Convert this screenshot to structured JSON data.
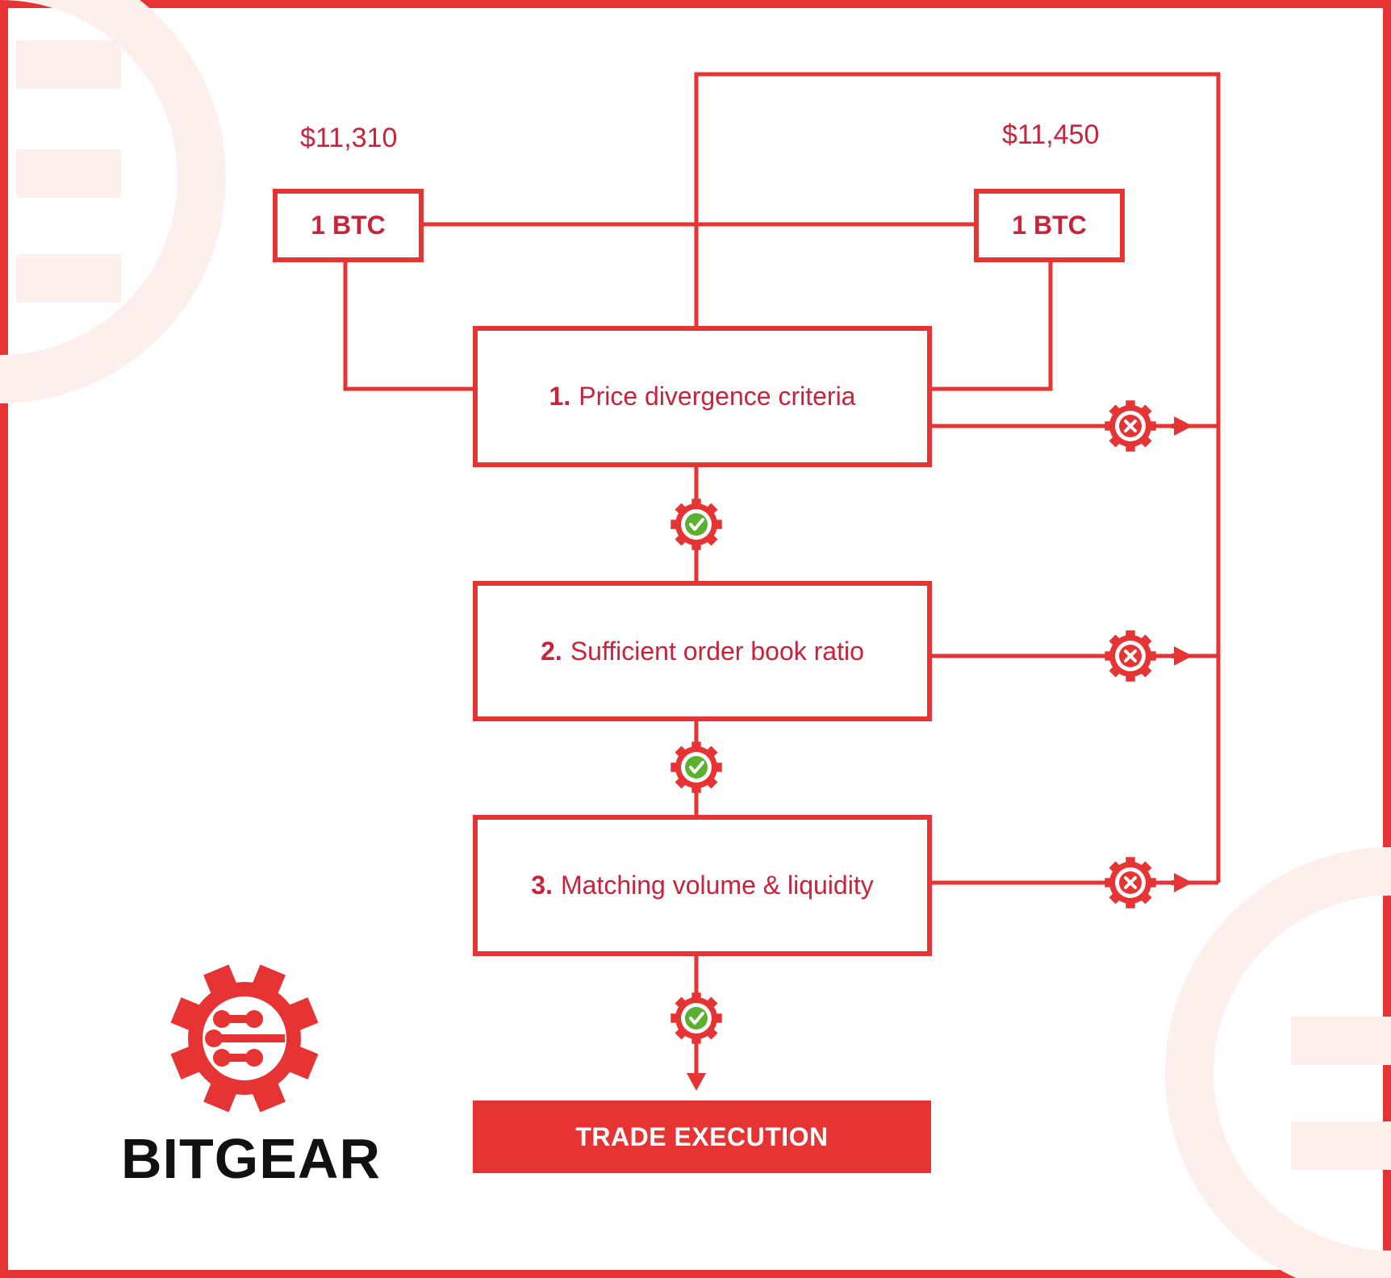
{
  "colors": {
    "accent": "#e63333",
    "text_red": "#c8233a",
    "success_green": "#5cb030",
    "watermark": "#fdf0ec"
  },
  "sources": [
    {
      "price": "$11,310",
      "label": "1 BTC"
    },
    {
      "price": "$11,450",
      "label": "1 BTC"
    }
  ],
  "steps": [
    {
      "number": "1.",
      "text": "Price divergence criteria",
      "pass_icon": "check-gear-icon",
      "fail_icon": "x-gear-icon"
    },
    {
      "number": "2.",
      "text": "Sufficient order book ratio",
      "pass_icon": "check-gear-icon",
      "fail_icon": "x-gear-icon"
    },
    {
      "number": "3.",
      "text": "Matching volume & liquidity",
      "pass_icon": "check-gear-icon",
      "fail_icon": "x-gear-icon"
    }
  ],
  "result": {
    "label": "TRADE EXECUTION"
  },
  "brand": {
    "name": "BITGEAR",
    "logo_icon": "bitgear-gear-logo-icon"
  }
}
